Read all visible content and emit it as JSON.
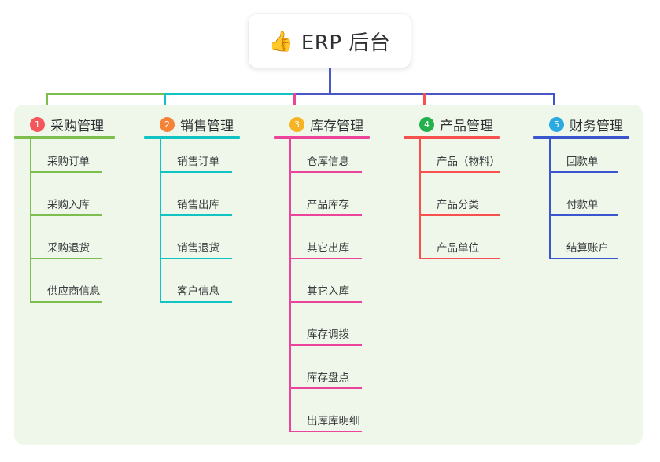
{
  "root": {
    "icon": "thumbs-up-emoji",
    "emoji": "👍",
    "title": "ERP 后台"
  },
  "panel": {
    "background_color": "#eef7e9"
  },
  "columns": [
    {
      "index": "1",
      "title": "采购管理",
      "badge_color": "#f4565b",
      "line_color": "#7cbf4f",
      "items": [
        {
          "label": "采购订单"
        },
        {
          "label": "采购入库"
        },
        {
          "label": "采购退货"
        },
        {
          "label": "供应商信息"
        }
      ]
    },
    {
      "index": "2",
      "title": "销售管理",
      "badge_color": "#f58236",
      "line_color": "#12c3c3",
      "items": [
        {
          "label": "销售订单"
        },
        {
          "label": "销售出库"
        },
        {
          "label": "销售退货"
        },
        {
          "label": "客户信息"
        }
      ]
    },
    {
      "index": "3",
      "title": "库存管理",
      "badge_color": "#f6b323",
      "line_color": "#ec449a",
      "items": [
        {
          "label": "仓库信息"
        },
        {
          "label": "产品库存"
        },
        {
          "label": "其它出库"
        },
        {
          "label": "其它入库"
        },
        {
          "label": "库存调拨"
        },
        {
          "label": "库存盘点"
        },
        {
          "label": "出库库明细"
        }
      ]
    },
    {
      "index": "4",
      "title": "产品管理",
      "badge_color": "#22b14c",
      "line_color": "#f8504e",
      "items": [
        {
          "label": "产品（物料）"
        },
        {
          "label": "产品分类"
        },
        {
          "label": "产品单位"
        }
      ]
    },
    {
      "index": "5",
      "title": "财务管理",
      "badge_color": "#2aaae0",
      "line_color": "#3b55cf",
      "items": [
        {
          "label": "回款单"
        },
        {
          "label": "付款单"
        },
        {
          "label": "结算账户"
        }
      ]
    }
  ],
  "connectors": {
    "trunk_color": "#4a57c6",
    "bus_segments": [
      {
        "color": "#7cbf4f"
      },
      {
        "color": "#12c3c3"
      },
      {
        "color": "#4a57c6"
      },
      {
        "color": "#4a57c6"
      },
      {
        "color": "#4a57c6"
      }
    ]
  }
}
